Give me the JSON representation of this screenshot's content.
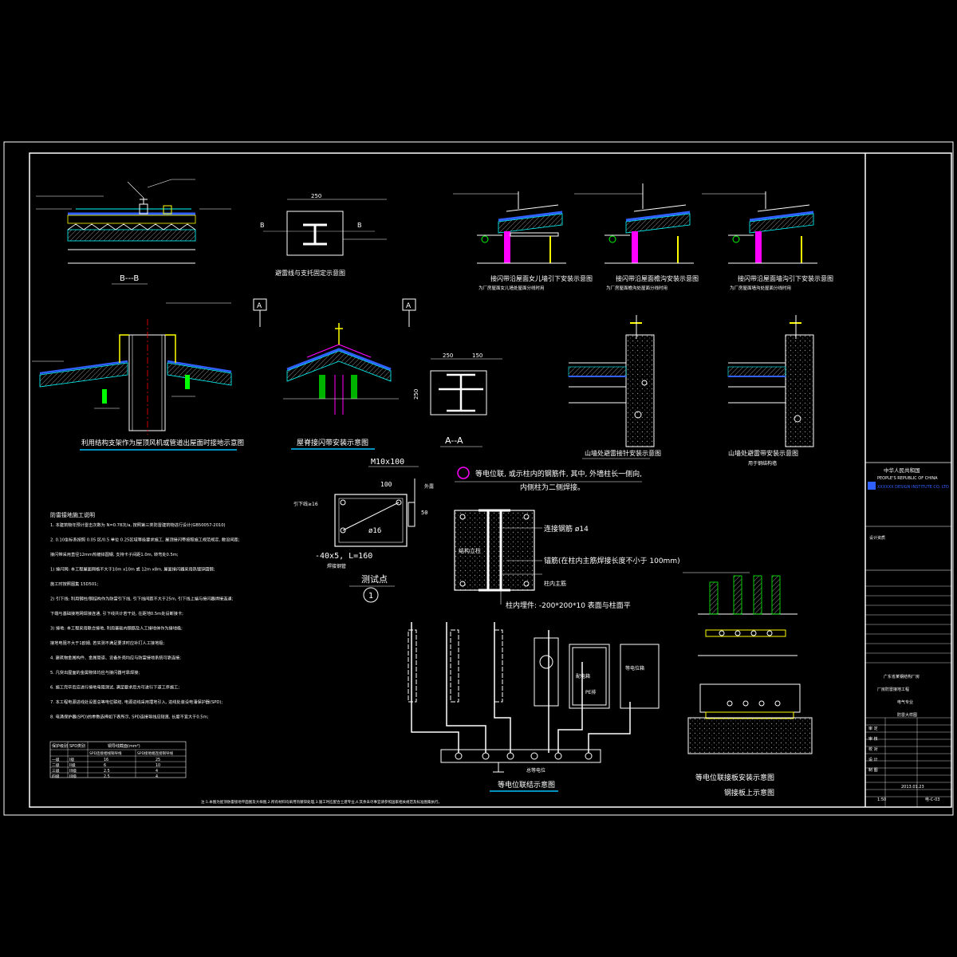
{
  "colors": {
    "background": "#000000",
    "frame": "#ffffff",
    "line_white": "#ffffff",
    "line_yellow": "#ffff00",
    "line_cyan": "#00ffff",
    "line_green": "#00ff00",
    "line_magenta": "#ff00ff",
    "line_red": "#ff0000",
    "line_blue": "#3060ff",
    "title_underline": "#00c0ff"
  },
  "details": {
    "bb": {
      "title": "B---B"
    },
    "clamp_b": {
      "title": "避雷线与支托固定示意图",
      "dim": "250",
      "mark_left": "B",
      "mark_right": "B"
    },
    "parapet1": {
      "title": "接闪带沿屋面女儿墙引下安装示意图",
      "sub": "为厂房屋面女儿墙处屋面分线时用"
    },
    "parapet2": {
      "title": "接闪带沿屋面檐沟安装示意图",
      "sub": "为厂房屋面檐沟处屋面分线时用"
    },
    "parapet3": {
      "title": "接闪带沿屋面墙沟引下安装示意图",
      "sub": "为厂房屋面墙沟处屋面分线时用"
    },
    "pipe": {
      "title": "利用结构支架作为屋顶风机或管道出屋面时接地示意图"
    },
    "ridge": {
      "title": "屋脊接闪带安装示意图",
      "section_left": "A",
      "section_right": "A"
    },
    "aa": {
      "title": "A--A",
      "dim1": "250",
      "dim2": "150",
      "dim3": "250"
    },
    "gable1": {
      "title": "山墙处避雷接针安装示意图"
    },
    "gable2": {
      "title": "山墙处避雷带安装示意图",
      "sub": "用于钢结构墙"
    },
    "testpoint": {
      "bolt": "M10x100",
      "dim_100": "100",
      "dim_50": "50",
      "dia": "ø16",
      "flat": "-40x5, L=160",
      "title": "测试点",
      "number": "1",
      "label_left": "引下线≥16",
      "label_right": "外露",
      "label_bottom": "焊接钢管"
    },
    "bonding_note": {
      "line1": "等电位联, 或示柱内的钢筋件, 其中, 外墙柱长一侧向,",
      "line2": "内侧柱为二侧焊接。"
    },
    "column": {
      "label_conn": "连接钢筋 ø14",
      "label_anchor": "锚筋(在柱内主筋焊接长度不小于 100mm)",
      "label_main": "柱内主筋",
      "label_plate": "柱内埋件: -200*200*10 表面与柱面平",
      "label_center": "结构立柱"
    },
    "equip": {
      "title": "等电位联结示意图",
      "box1": "配电箱",
      "box2": "PE排",
      "box3": "等电位箱",
      "bar": "总等电位"
    },
    "bonding_board": {
      "title": "等电位联接板安装示意图",
      "subtitle": "钢接板上示意图"
    }
  },
  "notes": {
    "heading": "防雷接地施工说明",
    "lines": [
      "1. 本建筑物年预计雷击次数为 N=0.78次/a, 按照第三类防雷建筑物进行设计(GB50057-2010)",
      "2. 0.10坐标系按照 0.05 区/0.5 单位 0.25区域等级要求施工, 屋顶接闪带按照施工规范规定, 敷设间距;",
      "   接闪带采用直径12mm热镀锌圆钢, 支持卡子间距1.0m, 转弯处0.5m;",
      "1) 接闪网: 本工程屋面网格不大于10m x10m 或 12m x8m, 屋面接闪器采用热镀锌圆钢;",
      "   施工时按照图集 15D501;",
      "2) 引下线: 利用钢柱/钢结构作为防雷引下线, 引下线间距不大于25m, 引下线上端与接闪器焊接连通;",
      "   下端与基础接地网焊接连通, 引下线共计若干处, 在距地0.5m处设断接卡;",
      "3) 接地: 本工程采用联合接地, 利用基础内钢筋及人工接地体作为接地极;",
      "   接地电阻不大于1欧姆, 若实测不满足要求时应补打人工接地极;",
      "4. 建筑物金属构件、金属管道、设备外壳均应与防雷接地系统可靠连接;",
      "5. 凡突出屋面的金属物体均应与接闪器可靠焊接;",
      "6. 施工完毕后应进行接地电阻测试, 满足要求后方可进行下道工序施工;",
      "7. 本工程电源进线处设置总等电位联结, 电源进线采用埋地引入, 进线处装设电涌保护器(SPD);",
      "8. 电涌保护器(SPD)的参数选择如下表所示, SPD连接导线应短直, 长度不宜大于0.5m;"
    ],
    "table": {
      "headers": [
        "保护级别",
        "SPD类别",
        "铜导线截面(mm²)",
        "",
        ""
      ],
      "subheaders": [
        "",
        "",
        "SPD连接相线铜导线",
        "SPD接地端连接铜导线",
        ""
      ],
      "rows": [
        [
          "一级",
          "I级",
          "16",
          "25"
        ],
        [
          "二级",
          "II级",
          "6",
          "10"
        ],
        [
          "三级",
          "III级",
          "2.5",
          "4"
        ],
        [
          "四级",
          "III级",
          "2.5",
          "4"
        ]
      ]
    }
  },
  "footer_note": "注:1.本图为屋顶防雷接地平面图及大样图,2.所有材料均采用热镀锌处理,3.施工时应配合土建专业,4.其余未尽事宜请参照国家相关规范及标准图集执行。",
  "title_block": {
    "company_cn": "中华人民共和国",
    "company_en": "PEOPLE'S REPUBLIC OF CHINA",
    "company_name": "XXXXXX DESIGN INSTITUTE CO. LTD",
    "cert": "设计资质",
    "project": "广东省某钢结构厂房",
    "project_sub": "厂房防雷接地工程",
    "drawing": "防雷大样图",
    "discipline": "电气专业",
    "date": "2013.01.23",
    "number": "电-C-03",
    "scale": "1:50",
    "rows": [
      "审 定",
      "审 核",
      "校 对",
      "设 计",
      "制 图"
    ]
  }
}
